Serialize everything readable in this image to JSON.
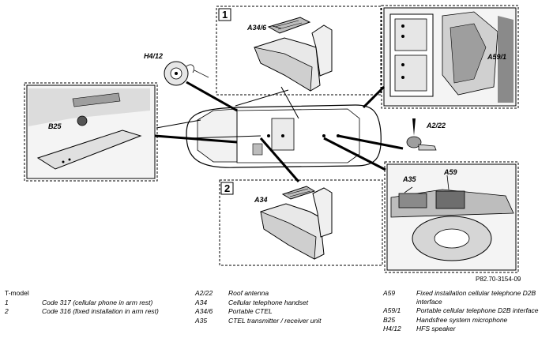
{
  "diagram": {
    "callouts": {
      "h4_12": "H4/12",
      "a34_6": "A34/6",
      "a59_1": "A59/1",
      "b25": "B25",
      "a2_22": "A2/22",
      "a35": "A35",
      "a59": "A59",
      "a34": "A34"
    },
    "inset_numbers": {
      "one": "1",
      "two": "2"
    },
    "reference": "P82.70-3154-09"
  },
  "legend": {
    "title": "T-model",
    "col1": [
      {
        "code": "1",
        "desc": "Code 317 (cellular phone in arm rest)"
      },
      {
        "code": "2",
        "desc": "Code 316 (fixed installation in arm rest)"
      }
    ],
    "col2": [
      {
        "code": "A2/22",
        "desc": "Roof antenna"
      },
      {
        "code": "A34",
        "desc": "Cellular telephone handset"
      },
      {
        "code": "A34/6",
        "desc": "Portable CTEL"
      },
      {
        "code": "A35",
        "desc": "CTEL transmitter / receiver unit"
      }
    ],
    "col3": [
      {
        "code": "A59",
        "desc": "Fixed installation cellular telephone D2B interface"
      },
      {
        "code": "A59/1",
        "desc": "Portable cellular telephone D2B interface"
      },
      {
        "code": "B25",
        "desc": "Handsfree system microphone"
      },
      {
        "code": "H4/12",
        "desc": "HFS speaker"
      }
    ]
  }
}
